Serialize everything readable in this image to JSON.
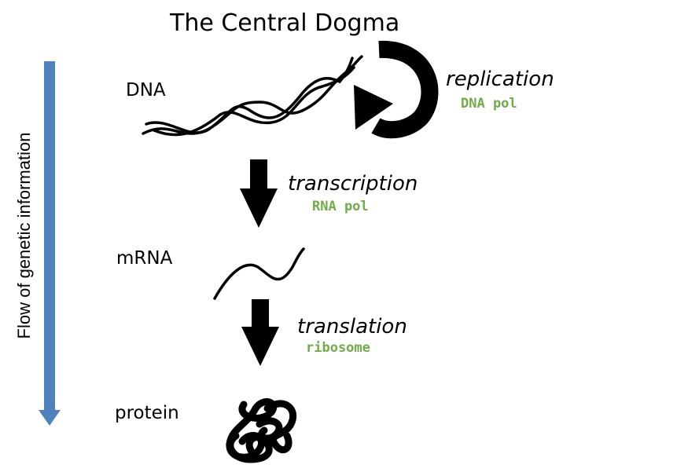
{
  "title": "The Central Dogma",
  "flow_axis": {
    "label": "Flow of genetic information",
    "color": "#4f81bd"
  },
  "molecules": {
    "dna": "DNA",
    "mrna": "mRNA",
    "protein": "protein"
  },
  "processes": {
    "replication": {
      "name": "replication",
      "enzyme": "DNA pol"
    },
    "transcription": {
      "name": "transcription",
      "enzyme": "RNA pol"
    },
    "translation": {
      "name": "translation",
      "enzyme": "ribosome"
    }
  },
  "colors": {
    "enzyme": "#70ad47",
    "ink": "#000000"
  },
  "icons": [
    "flow-arrow-icon",
    "dna-helix-icon",
    "replication-arrow-icon",
    "transcription-arrow-icon",
    "mrna-strand-icon",
    "translation-arrow-icon",
    "protein-coil-icon"
  ]
}
